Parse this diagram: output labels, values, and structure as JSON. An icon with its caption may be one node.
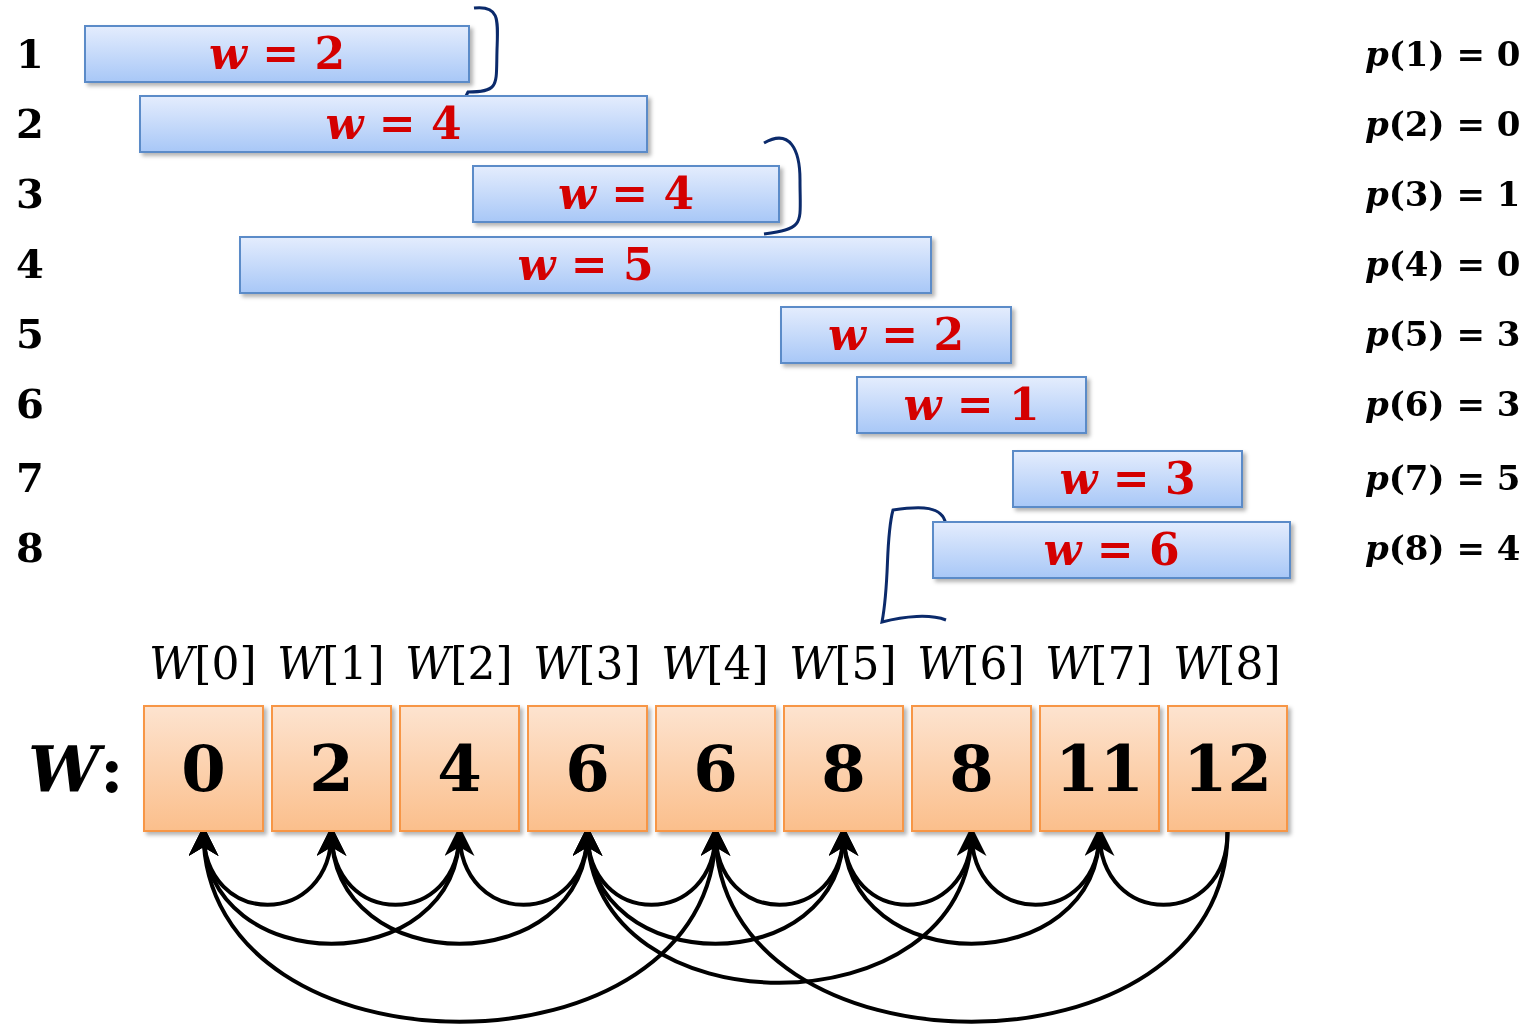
{
  "diagram": {
    "nodes": [
      {
        "text": [
          "*w* = 2"
        ]
      },
      {
        "text": [
          "*w* = 4"
        ]
      },
      {
        "text": [
          "*w* = 4"
        ]
      },
      {
        "text": [
          "*w* = 5"
        ]
      },
      {
        "text": [
          "*w* = 2"
        ]
      },
      {
        "text": [
          "*w* = 1"
        ]
      },
      {
        "text": [
          "*w* = 3"
        ]
      },
      {
        "text": [
          "*w* = 6"
        ]
      },
      {
        "text": [
          "0"
        ]
      },
      {
        "text": [
          "2"
        ]
      },
      {
        "text": [
          "4"
        ]
      },
      {
        "text": [
          "6"
        ]
      },
      {
        "text": [
          "6"
        ]
      },
      {
        "text": [
          "8"
        ]
      },
      {
        "text": [
          "8"
        ]
      },
      {
        "text": [
          "11"
        ]
      },
      {
        "text": [
          "12"
        ]
      }
    ],
    "edges": [
      {
        "from": 9,
        "to": 8,
        "arrow": "to"
      },
      {
        "from": 10,
        "to": 9,
        "arrow": "to"
      },
      {
        "from": 10,
        "to": 8,
        "arrow": "to"
      },
      {
        "from": 11,
        "to": 10,
        "arrow": "to"
      },
      {
        "from": 11,
        "to": 9,
        "arrow": "to"
      },
      {
        "from": 12,
        "to": 11,
        "arrow": "to"
      },
      {
        "from": 12,
        "to": 8,
        "arrow": "to"
      },
      {
        "from": 13,
        "to": 12,
        "arrow": "to"
      },
      {
        "from": 13,
        "to": 11,
        "arrow": "to"
      },
      {
        "from": 14,
        "to": 13,
        "arrow": "to"
      },
      {
        "from": 14,
        "to": 11,
        "arrow": "to"
      },
      {
        "from": 15,
        "to": 14,
        "arrow": "to"
      },
      {
        "from": 15,
        "to": 13,
        "arrow": "to"
      },
      {
        "from": 16,
        "to": 15,
        "arrow": "to"
      },
      {
        "from": 16,
        "to": 12,
        "arrow": "to"
      }
    ],
    "labels": [
      "1",
      "*p*(1) = 0",
      "2",
      "*p*(2) = 0",
      "3",
      "*p*(3) = 1",
      "4",
      "*p*(4) = 0",
      "5",
      "*p*(5) = 3",
      "6",
      "*p*(6) = 3",
      "7",
      "*p*(7) = 5",
      "8",
      "*p*(8) = 4",
      "*W*[0]",
      "*W*[1]",
      "*W*[2]",
      "*W*[3]",
      "*W*[4]",
      "*W*[5]",
      "*W*[6]",
      "*W*[7]",
      "*W*[8]",
      "*W*:"
    ]
  }
}
